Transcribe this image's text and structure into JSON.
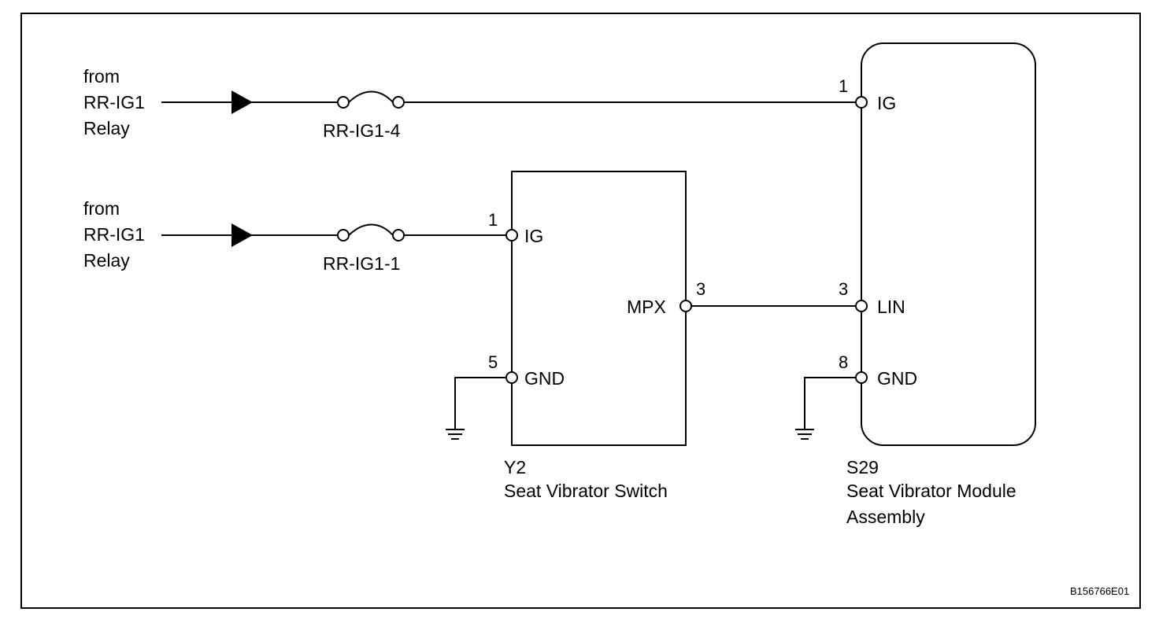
{
  "sources": [
    {
      "line1": "from",
      "line2": "RR-IG1",
      "line3": "Relay"
    },
    {
      "line1": "from",
      "line2": "RR-IG1",
      "line3": "Relay"
    }
  ],
  "fuses": [
    {
      "label": "RR-IG1-4"
    },
    {
      "label": "RR-IG1-1"
    }
  ],
  "switch": {
    "code": "Y2",
    "name": "Seat Vibrator Switch",
    "pins": {
      "ig": {
        "number": "1",
        "name": "IG"
      },
      "mpx": {
        "number": "3",
        "name": "MPX"
      },
      "gnd": {
        "number": "5",
        "name": "GND"
      }
    }
  },
  "module": {
    "code": "S29",
    "name_line1": "Seat Vibrator Module",
    "name_line2": "Assembly",
    "pins": {
      "ig": {
        "number": "1",
        "name": "IG"
      },
      "lin": {
        "number": "3",
        "name": "LIN"
      },
      "gnd": {
        "number": "8",
        "name": "GND"
      }
    }
  },
  "figure_code": "B156766E01"
}
